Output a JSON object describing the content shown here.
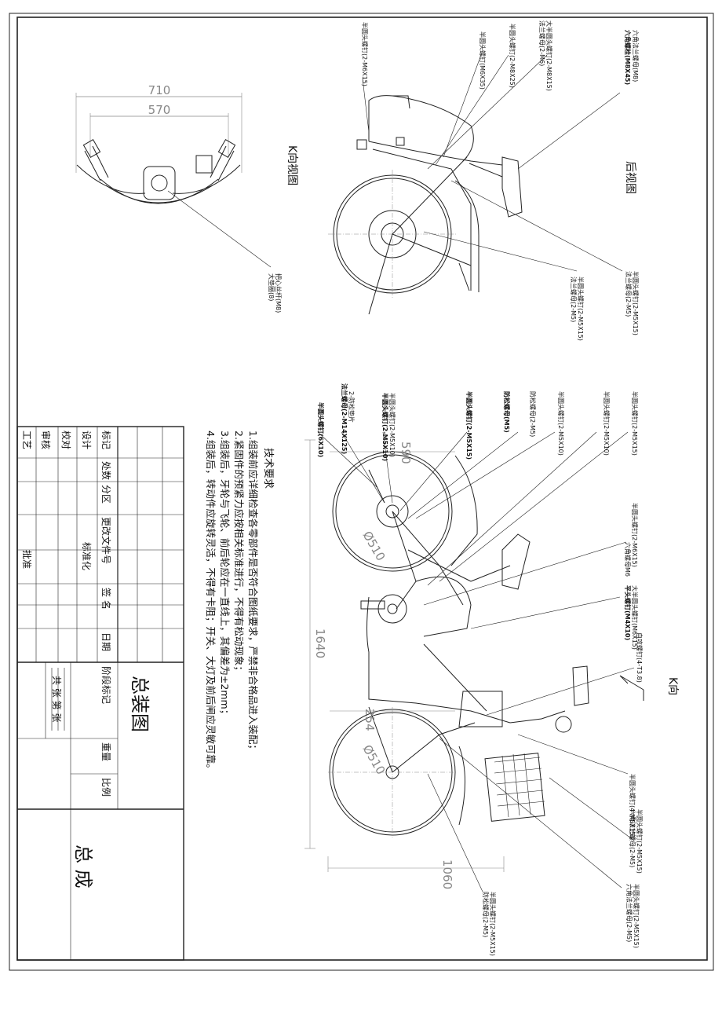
{
  "colors": {
    "line": "#222222",
    "dim": "#888888",
    "paper": "#ffffff"
  },
  "view_labels": {
    "k_view": "K向视图",
    "rear_view": "后视图",
    "k_arrow": "K向"
  },
  "dims": {
    "d710": "710",
    "d570": "570",
    "d590": "590",
    "d1640": "1640",
    "d254": "254",
    "d510a": "Ø510",
    "d510b": "Ø510",
    "d1060": "1060"
  },
  "rear_callouts": [
    {
      "text": "六角法兰螺母(M8)"
    },
    {
      "text": "六角螺栓(M8X45)"
    },
    {
      "text": "大半圆头螺钉(2-M8X15)"
    },
    {
      "text": "法兰螺母(2-M6)"
    },
    {
      "text": "半圆头螺钉(2-M8X25)"
    },
    {
      "text": "半圆头螺钉(M6X35)"
    },
    {
      "text": "半圆头螺钉(2-M6X15)"
    },
    {
      "text": "把心丝杆(M8)"
    },
    {
      "text": "大垫圈(8)"
    },
    {
      "text": "半圆头螺钉(2-M5X15)"
    },
    {
      "text": "法兰螺母(2-M5)"
    },
    {
      "text": "半圆头螺钉(2-M5X15)"
    },
    {
      "text": "法兰螺母(2-M5)"
    }
  ],
  "side_callouts": [
    {
      "text": "半圆头螺钉(6X10)"
    },
    {
      "text": "2-防松垫片"
    },
    {
      "text": "法兰螺母(2-M14X125)"
    },
    {
      "text": "半圆头螺钉(2-M5X10)"
    },
    {
      "text": "半圆头螺钉(2-M5X10)"
    },
    {
      "text": "半圆头螺钉(2-M5X15)"
    },
    {
      "text": "防松螺母(2-M5)"
    },
    {
      "text": "防松螺母(M5)"
    },
    {
      "text": "半圆头螺钉(2-M5X10)"
    },
    {
      "text": "半圆头螺钉(2-M5X10)"
    },
    {
      "text": "半圆头螺钉(2-M5X15)"
    },
    {
      "text": "半圆头螺钉(2-M6X15)"
    },
    {
      "text": "六角螺母M6"
    },
    {
      "text": "大半圆头螺钉(M6X15)"
    },
    {
      "text": "平头螺钉(M4X10)"
    },
    {
      "text": "自攻螺钉(4-T3.8)"
    },
    {
      "text": "半圆头螺钉(4-M5X15)"
    },
    {
      "text": "半圆头螺钉(2-M5X15)"
    },
    {
      "text": "六角法兰螺母(2-M5)"
    },
    {
      "text": "半圆头螺钉(2-M5X15)"
    },
    {
      "text": "六角法兰螺母(2-M5)"
    },
    {
      "text": "半圆头螺钉(2-M5X15)"
    },
    {
      "text": "防松螺母(2-M5)"
    }
  ],
  "tech": {
    "title": "技术要求",
    "items": [
      "1.组装前应详细检查各零部件是否符合图纸要求，严禁非合格品进入装配；",
      "2.紧固件的预紧力应按相关标准进行，不得有松动现象；",
      "3.组装后，牙轮与飞轮、前后轮应在一直线上，其偏差为±2mm；",
      "4.组装后，转动件应旋转灵活，不得有卡阻；开关、大灯及前后闸应灵敏可靠。"
    ]
  },
  "title_block": {
    "drawing_title": "总装图",
    "part_name": "总 成",
    "stage_mark": "阶段标记",
    "weight": "重量",
    "scale": "比例",
    "sheets": "共  张  第  张",
    "mark": "标记",
    "count": "处数",
    "zone": "分区",
    "change_doc": "更改文件号",
    "sign": "签 名",
    "date": "日期",
    "design": "设计",
    "standard": "标准化",
    "check": "校对",
    "audit": "审核",
    "process": "工艺",
    "approve": "批准"
  }
}
